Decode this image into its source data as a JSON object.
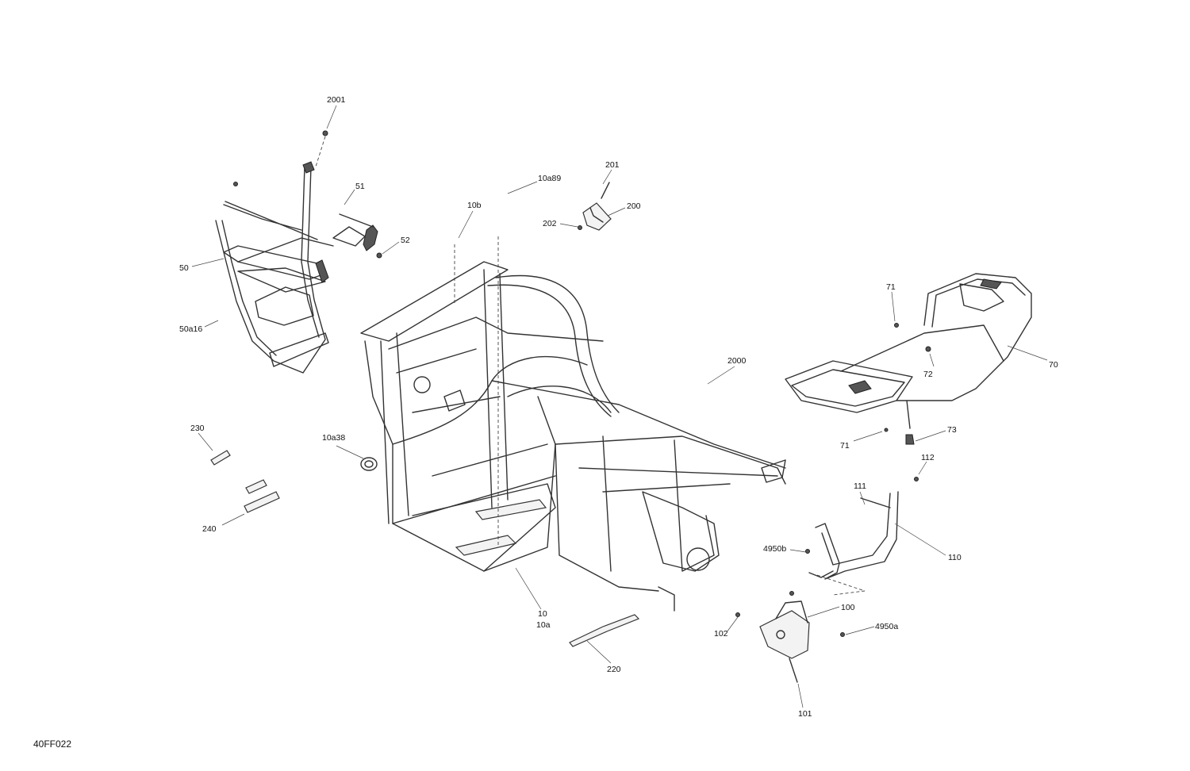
{
  "drawing_code": "40FF022",
  "callouts": [
    "2001",
    "51",
    "52",
    "50",
    "50a16",
    "10a89",
    "10b",
    "201",
    "200",
    "202",
    "71",
    "72",
    "70",
    "2000",
    "230",
    "10a38",
    "240",
    "71",
    "73",
    "112",
    "111",
    "4950b",
    "110",
    "100",
    "4950a",
    "102",
    "10",
    "10a",
    "220",
    "101"
  ]
}
